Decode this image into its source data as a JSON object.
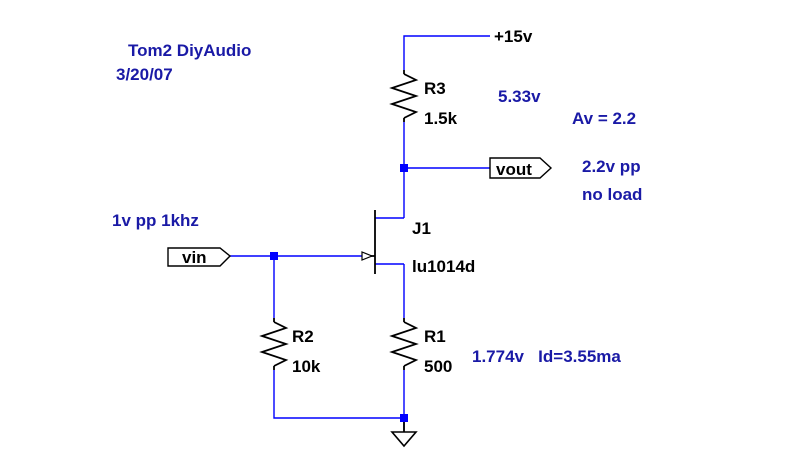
{
  "header": {
    "author": "Tom2  DiyAudio",
    "date": "3/20/07"
  },
  "supply": {
    "label": "+15v"
  },
  "r3": {
    "ref": "R3",
    "value": "1.5k",
    "annotation": "5.33v"
  },
  "gain": {
    "label": "Av = 2.2"
  },
  "vout": {
    "label": "vout",
    "note1": "2.2v pp",
    "note2": "no load"
  },
  "input": {
    "label": "vin",
    "signal": "1v pp  1khz"
  },
  "j1": {
    "ref": "J1",
    "part": "lu1014d"
  },
  "r2": {
    "ref": "R2",
    "value": "10k"
  },
  "r1": {
    "ref": "R1",
    "value": "500",
    "annotation": "1.774v   Id=3.55ma"
  },
  "colors": {
    "wire": "#0000ff",
    "component": "#000000",
    "annotation": "#1a1aa6",
    "background": "#ffffff"
  }
}
